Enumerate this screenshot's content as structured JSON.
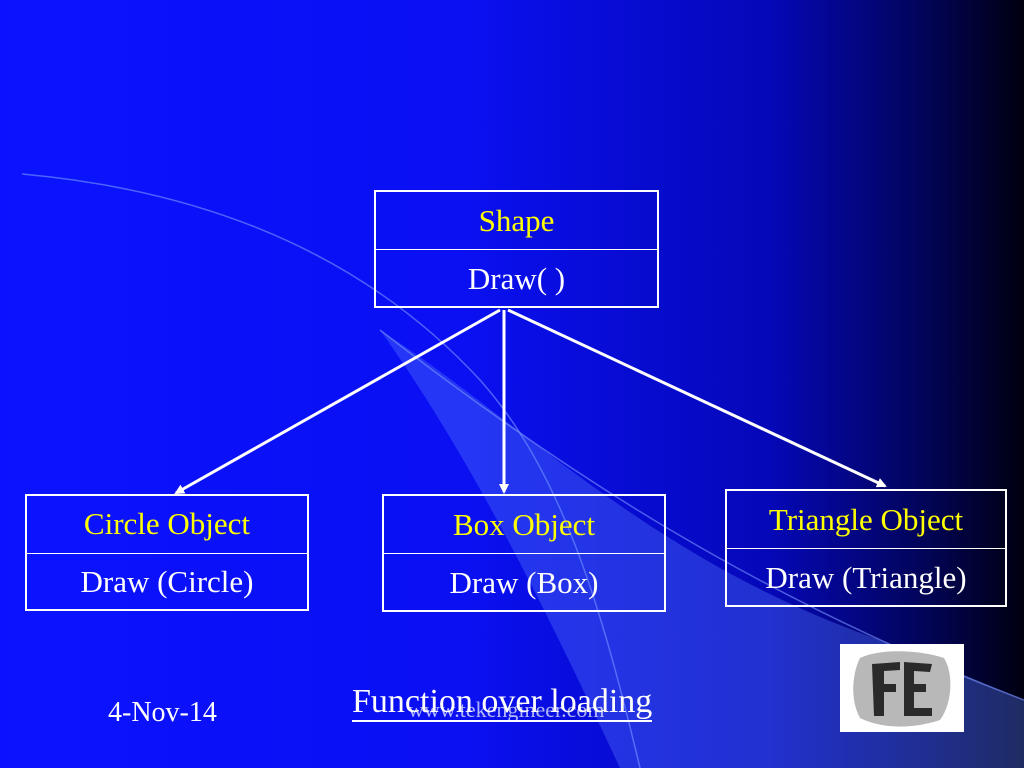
{
  "diagram": {
    "parent": {
      "name": "Shape",
      "method": "Draw( )"
    },
    "children": [
      {
        "name": "Circle Object",
        "method": "Draw (Circle)"
      },
      {
        "name": "Box Object",
        "method": "Draw (Box)"
      },
      {
        "name": "Triangle Object",
        "method": "Draw (Triangle)"
      }
    ]
  },
  "footer": {
    "date": "4-Nov-14",
    "title": "Function over loading",
    "url": "www.tekengineer.com"
  },
  "colors": {
    "header_text": "#ffff00",
    "body_text": "#ffffff",
    "background": "#0b12ff"
  },
  "logo_icon": "fe-monogram-logo"
}
